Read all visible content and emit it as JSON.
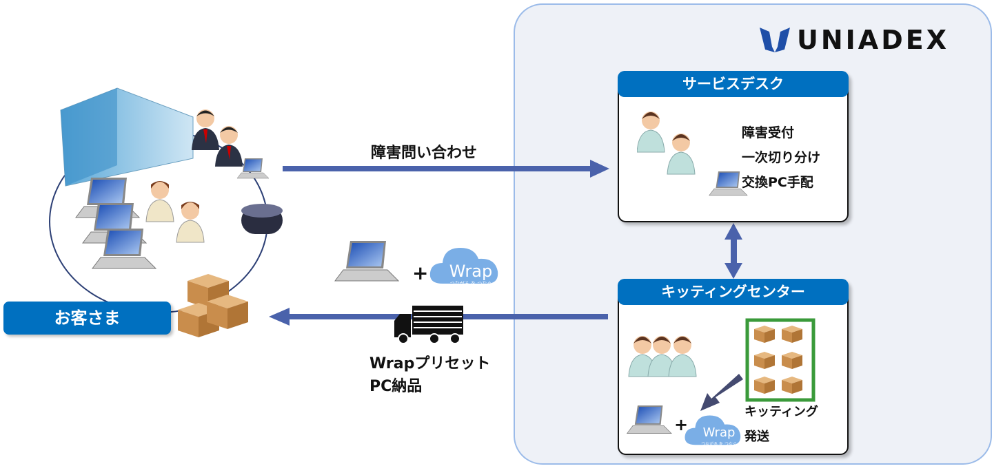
{
  "logo": {
    "text": "UNIADEX",
    "color": "#1f4fa8"
  },
  "customer": {
    "label": "お客さま"
  },
  "arrows": {
    "inquiry_label": "障害問い合わせ",
    "delivery_label_line1": "Wrapプリセット",
    "delivery_label_line2": "PC納品",
    "color": "#4a62ab"
  },
  "service_desk": {
    "title": "サービスデスク",
    "tasks": [
      "障害受付",
      "一次切り分け",
      "交換PC手配"
    ]
  },
  "kitting_center": {
    "title": "キッティングセンター",
    "tasks": [
      "キッティング",
      "発送"
    ]
  },
  "wrap_cloud": {
    "text": "Wrap",
    "tagline": "つながる を つなぐ",
    "color": "#7aaee6"
  },
  "plus": "+",
  "colors": {
    "header_blue": "#0070c0",
    "panel_bg": "#eef1f7",
    "panel_border": "#9bbbe9"
  }
}
